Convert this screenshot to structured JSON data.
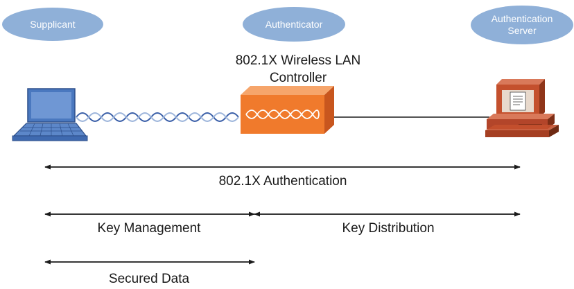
{
  "roles": {
    "supplicant": "Supplicant",
    "authenticator": "Authenticator",
    "auth_server_line1": "Authentication",
    "auth_server_line2": "Server"
  },
  "controller": {
    "line1": "802.1X Wireless LAN",
    "line2": "Controller"
  },
  "arrows": {
    "authentication": "802.1X Authentication",
    "key_management": "Key Management",
    "key_distribution": "Key Distribution",
    "secured_data": "Secured Data"
  },
  "colors": {
    "role_bubble": "#8fb0d8",
    "controller": "#f07a2c",
    "server": "#c4502d",
    "laptop": "#4a78bf",
    "wave_blue": "#3a5fa8"
  }
}
